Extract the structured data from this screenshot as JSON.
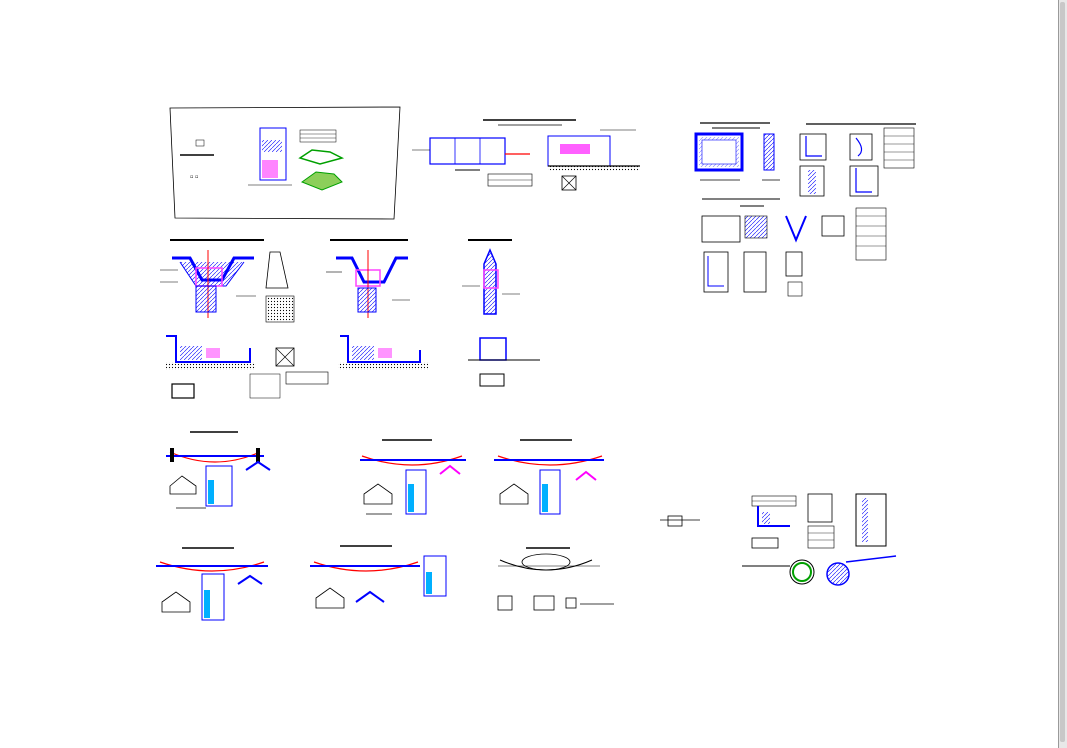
{
  "document": {
    "kind": "cad-drawing-sheet",
    "colors": {
      "paper": "#ffffff",
      "linework": "#000000",
      "primary": "#0000ff",
      "magenta": "#ff00ff",
      "red": "#ff0000",
      "cyan": "#00b0ff",
      "yellow": "#ffff00",
      "green": "#00a000"
    }
  },
  "blocks": [
    {
      "id": "location-plan",
      "label": ""
    },
    {
      "id": "site-plan-top",
      "label": ""
    },
    {
      "id": "site-section-top",
      "label": ""
    },
    {
      "id": "tank-section",
      "label": ""
    },
    {
      "id": "detail-group-right",
      "label": ""
    },
    {
      "id": "transition-a",
      "label": ""
    },
    {
      "id": "transition-b",
      "label": ""
    },
    {
      "id": "transition-c",
      "label": ""
    },
    {
      "id": "suspension-1",
      "label": ""
    },
    {
      "id": "suspension-2",
      "label": ""
    },
    {
      "id": "suspension-3",
      "label": ""
    },
    {
      "id": "suspension-4",
      "label": ""
    },
    {
      "id": "suspension-5",
      "label": ""
    },
    {
      "id": "culvert-detail",
      "label": ""
    },
    {
      "id": "intake-detail",
      "label": ""
    }
  ]
}
